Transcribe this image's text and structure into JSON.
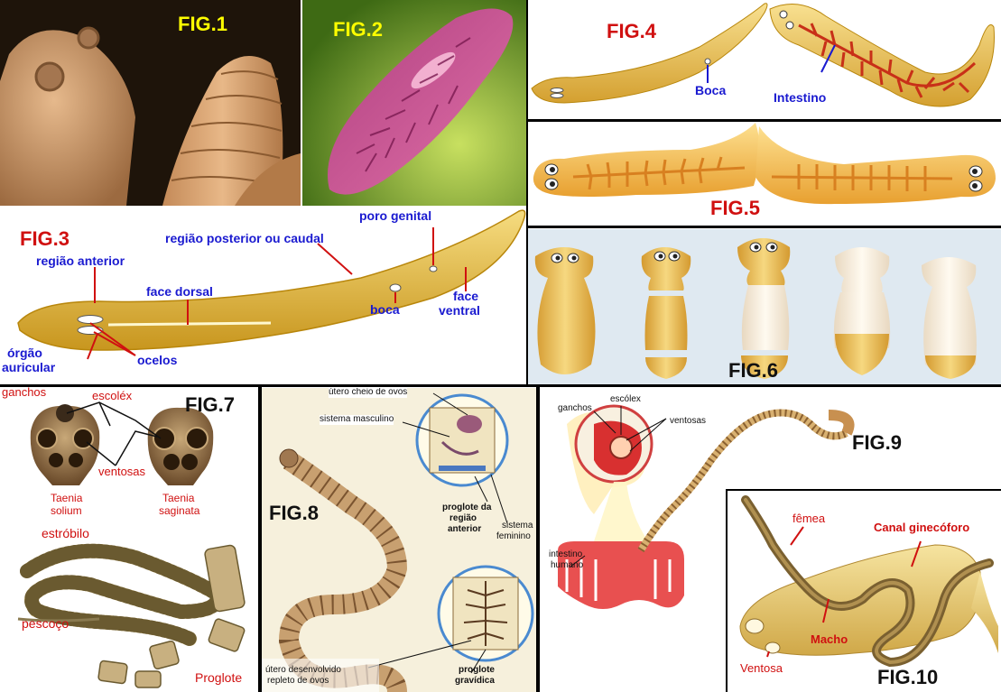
{
  "fig1": {
    "label": "FIG.1"
  },
  "fig2": {
    "label": "FIG.2"
  },
  "fig3": {
    "label": "FIG.3",
    "labels": {
      "poro_genital": "poro genital",
      "regiao_posterior": "região posterior ou caudal",
      "regiao_anterior": "região anterior",
      "face_dorsal": "face dorsal",
      "boca": "boca",
      "face_ventral_1": "face",
      "face_ventral_2": "ventral",
      "orgao_1": "órgão",
      "orgao_2": "auricular",
      "ocelos": "ocelos"
    }
  },
  "fig4": {
    "label": "FIG.4",
    "labels": {
      "boca": "Boca",
      "intestino": "Intestino"
    }
  },
  "fig5": {
    "label": "FIG.5"
  },
  "fig6": {
    "label": "FIG.6"
  },
  "fig7": {
    "label": "FIG.7",
    "labels": {
      "ganchos": "ganchos",
      "escolex": "escoléx",
      "ventosas": "ventosas",
      "taenia_solium_1": "Taenia",
      "taenia_solium_2": "solium",
      "taenia_saginata_1": "Taenia",
      "taenia_saginata_2": "saginata",
      "estrobilo": "estróbilo",
      "pescoco": "pescoço",
      "proglote": "Proglote"
    }
  },
  "fig8": {
    "label": "FIG.8",
    "labels": {
      "utero_cheio": "útero cheio de ovos",
      "sistema_masculino": "sistema masculino",
      "proglote_anterior_1": "proglote da",
      "proglote_anterior_2": "região",
      "proglote_anterior_3": "anterior",
      "sistema_feminino_1": "sistema",
      "sistema_feminino_2": "feminino",
      "utero_desenvolvido_1": "útero desenvolvido",
      "utero_desenvolvido_2": "repleto de ovos",
      "proglote_gravidica_1": "proglote",
      "proglote_gravidica_2": "gravídica"
    }
  },
  "fig9": {
    "label": "FIG.9",
    "labels": {
      "ganchos": "ganchos",
      "escolex": "escólex",
      "ventosas": "ventosas",
      "intestino_1": "intestino",
      "intestino_2": "humano"
    }
  },
  "fig10": {
    "label": "FIG.10",
    "labels": {
      "femea": "fêmea",
      "canal": "Canal ginecóforo",
      "macho": "Macho",
      "ventosa": "Ventosa"
    }
  },
  "colors": {
    "label_blue": "#1a1ad0",
    "label_red": "#d01010",
    "label_yellow": "#ffff00",
    "worm_tan": "#e8c36a",
    "worm_orange": "#e8a030"
  }
}
